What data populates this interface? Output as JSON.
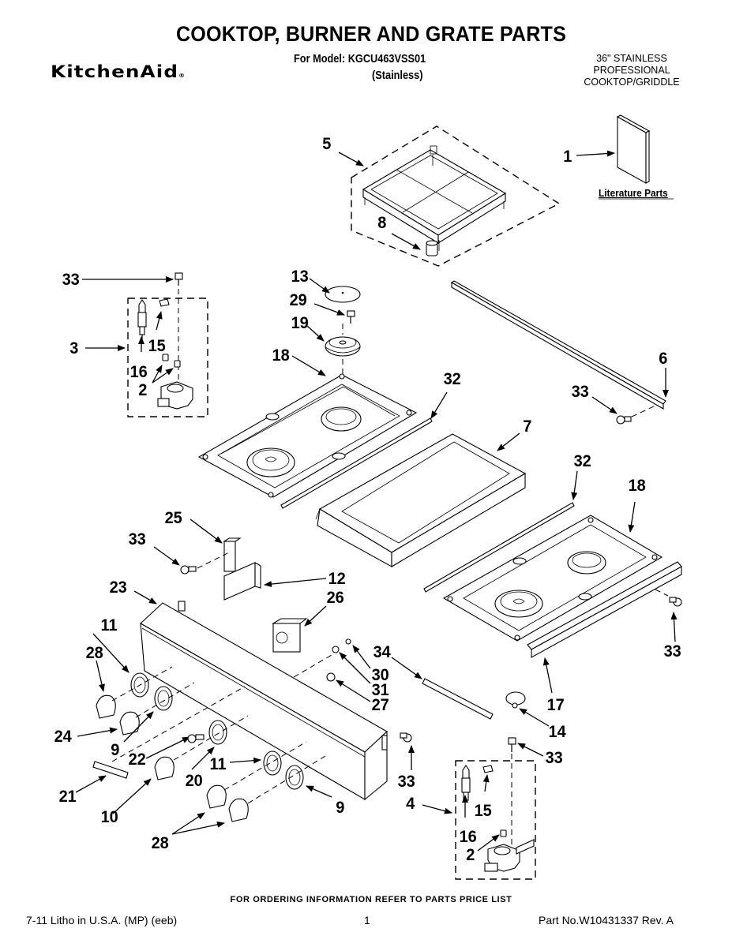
{
  "header": {
    "title": "COOKTOP, BURNER AND GRATE PARTS",
    "model_line": "For Model: KGCU463VSS01",
    "finish": "(Stainless)",
    "brand": "KitchenAid",
    "brand_mark": "®",
    "description": [
      "36\" STAINLESS",
      "PROFESSIONAL",
      "COOKTOP/GRIDDLE"
    ]
  },
  "literature_label": "Literature Parts",
  "parts": {
    "p1": "1",
    "p5": "5",
    "p8": "8",
    "p33a": "33",
    "p3": "3",
    "p15a": "15",
    "p16a": "16",
    "p2a": "2",
    "p13": "13",
    "p29": "29",
    "p19": "19",
    "p18a": "18",
    "p32a": "32",
    "p6": "6",
    "p33b": "33",
    "p7": "7",
    "p32b": "32",
    "p18b": "18",
    "p25": "25",
    "p33c": "33",
    "p12": "12",
    "p23": "23",
    "p26": "26",
    "p11a": "11",
    "p28a": "28",
    "p34": "34",
    "p30": "30",
    "p31": "31",
    "p27": "27",
    "p33d": "33",
    "p17": "17",
    "p14": "14",
    "p24": "24",
    "p9a": "9",
    "p22": "22",
    "p20": "20",
    "p11b": "11",
    "p21": "21",
    "p10": "10",
    "p9b": "9",
    "p28b": "28",
    "p33e": "33",
    "p33f": "33",
    "p4": "4",
    "p15b": "15",
    "p16b": "16",
    "p2b": "2"
  },
  "footer": {
    "ordering_note": "FOR ORDERING INFORMATION REFER TO PARTS PRICE LIST",
    "litho": "7-11 Litho in U.S.A. (MP) (eeb)",
    "page_number": "1",
    "part_number": "Part No.W10431337 Rev. A"
  }
}
